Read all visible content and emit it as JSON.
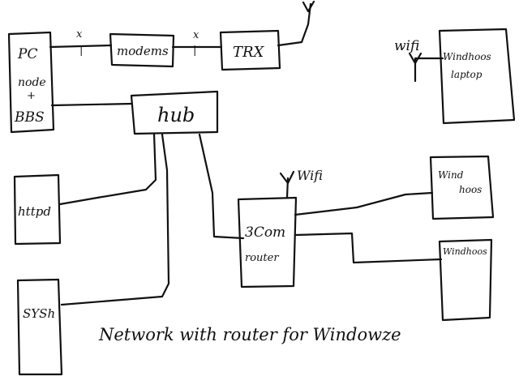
{
  "caption": "Network with router for Windowze",
  "nodes": {
    "pc": {
      "lines": [
        "PC",
        "node",
        "+",
        "BBS"
      ]
    },
    "modems": {
      "label": "modems"
    },
    "trx": {
      "label": "TRX"
    },
    "hub": {
      "label": "hub"
    },
    "httpd": {
      "label": "httpd"
    },
    "sysh": {
      "label": "SYSh"
    },
    "router": {
      "lines": [
        "3Com",
        "router"
      ]
    },
    "laptop": {
      "lines": [
        "Windhoos",
        "laptop"
      ]
    },
    "windhoos1": {
      "lines": [
        "Wind",
        "hoos"
      ]
    },
    "windhoos2": {
      "label": "Windhoos"
    }
  },
  "link_marks": {
    "pc_modems": [
      "x",
      "|"
    ],
    "modems_trx": [
      "x",
      "|"
    ]
  },
  "wifi": {
    "laptop": "wifi",
    "router": "Wifi"
  },
  "colors": {
    "ink": "#111111",
    "paper": "#ffffff"
  }
}
